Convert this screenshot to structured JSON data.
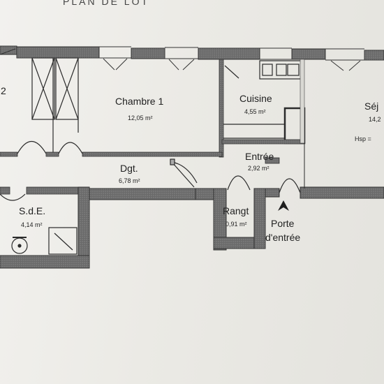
{
  "header": {
    "fragment": "PLAN DE LOT"
  },
  "rooms": [
    {
      "key": "bedroom2",
      "name": "2",
      "area": ""
    },
    {
      "key": "bedroom1",
      "name": "Chambre 1",
      "area": "12,05 m²"
    },
    {
      "key": "kitchen",
      "name": "Cuisine",
      "area": "4,55 m²"
    },
    {
      "key": "living",
      "name": "Séj",
      "area": "14,2"
    },
    {
      "key": "corridor",
      "name": "Dgt.",
      "area": "6,78 m²"
    },
    {
      "key": "entrance",
      "name": "Entrée",
      "area": "2,92 m²"
    },
    {
      "key": "storage",
      "name": "Rangt",
      "area": "0,91 m²"
    },
    {
      "key": "bathroom",
      "name": "S.d.E.",
      "area": "4,14 m²"
    }
  ],
  "annotations": {
    "ceiling_height": "Hsp = ",
    "front_door_line1": "Porte",
    "front_door_line2": "d'entrée"
  },
  "colors": {
    "wall": "#5f5f5f",
    "wall_dark": "#3a3a3a",
    "line": "#2b2b2b",
    "paper": "#efeeea"
  }
}
